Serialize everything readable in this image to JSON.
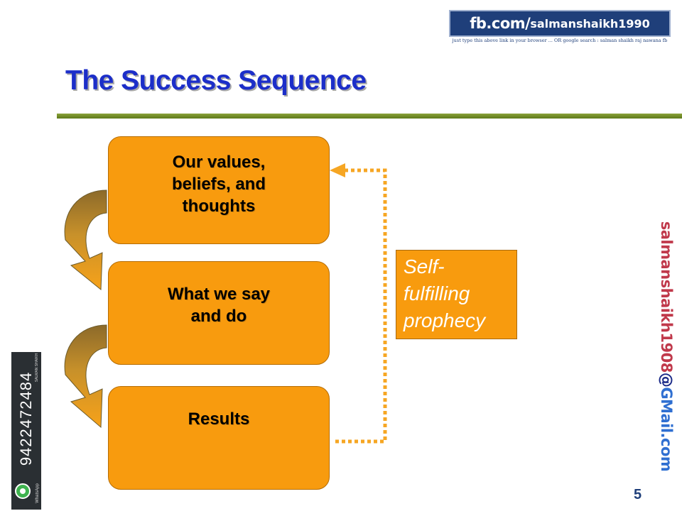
{
  "header": {
    "fb_prefix": "fb.com/",
    "fb_user": "salmanshaikh1990",
    "fb_caption": "just type this above link in your browser ... OR google search : salman shaikh raj nawana fb"
  },
  "slide": {
    "title": "The Success Sequence",
    "page_number": "5"
  },
  "steps": [
    {
      "lines": [
        "Our values,",
        "beliefs, and",
        "thoughts"
      ]
    },
    {
      "lines": [
        "What we say",
        "and do"
      ]
    },
    {
      "lines": [
        "Results"
      ]
    }
  ],
  "feedback_label": {
    "lines": [
      "Self-",
      "fulfilling",
      "prophecy"
    ]
  },
  "whatsapp": {
    "phone": "9422472484",
    "top_label": "SALMAN SHAIKH",
    "bottom_label": "WhatsApp"
  },
  "email": {
    "user": "salmanshaikh1908",
    "at": "@",
    "domain": "GMail.com"
  },
  "colors": {
    "box_fill": "#f89b0e",
    "title": "#1c2ec9",
    "rule": "#6f8a22",
    "feedback_arrow": "#f6a623"
  }
}
